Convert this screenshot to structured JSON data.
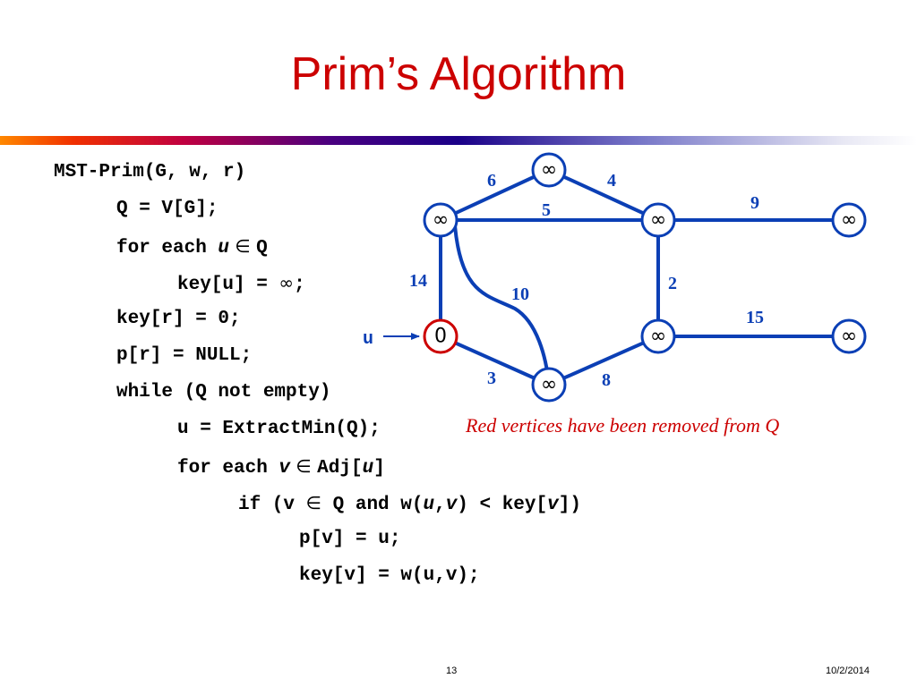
{
  "slide": {
    "title": "Prim’s Algorithm",
    "page_number": "13",
    "date": "10/2/2014"
  },
  "code": {
    "line1": "MST-Prim(G, w, r)",
    "line2": "Q = V[G];",
    "line3_a": "for each ",
    "line3_var": "u",
    "line3_sym": " ∈ ",
    "line3_b": "Q",
    "line4_a": "key[u] = ",
    "line4_sym": "∞",
    "line4_b": ";",
    "line5": "key[r] = 0;",
    "line6": "p[r] = NULL;",
    "line7": "while (Q not empty)",
    "line8": "u = ExtractMin(Q);",
    "line9_a": "for each ",
    "line9_var": "v",
    "line9_sym": " ∈ ",
    "line9_b": "Adj[",
    "line9_var2": "u",
    "line9_c": "]",
    "line10_a": "if (v ",
    "line10_sym": "∈",
    "line10_b": " Q and w(",
    "line10_var1": "u",
    "line10_c": ",",
    "line10_var2": "v",
    "line10_d": ") < key[",
    "line10_var3": "v",
    "line10_e": "])",
    "line11": "p[v] = u;",
    "line12": "key[v] = w(u,v);"
  },
  "graph": {
    "nodes": [
      {
        "id": "top",
        "key": "∞",
        "removed": false
      },
      {
        "id": "left-upper",
        "key": "∞",
        "removed": false
      },
      {
        "id": "center-upper",
        "key": "∞",
        "removed": false
      },
      {
        "id": "right-upper",
        "key": "∞",
        "removed": false
      },
      {
        "id": "root",
        "key": "0",
        "removed": true
      },
      {
        "id": "center-lower",
        "key": "∞",
        "removed": false
      },
      {
        "id": "right-lower",
        "key": "∞",
        "removed": false
      },
      {
        "id": "bottom",
        "key": "∞",
        "removed": false
      }
    ],
    "edges": [
      {
        "from": "left-upper",
        "to": "top",
        "weight": "6"
      },
      {
        "from": "top",
        "to": "center-upper",
        "weight": "4"
      },
      {
        "from": "left-upper",
        "to": "center-upper",
        "weight": "5"
      },
      {
        "from": "center-upper",
        "to": "right-upper",
        "weight": "9"
      },
      {
        "from": "left-upper",
        "to": "root",
        "weight": "14"
      },
      {
        "from": "left-upper",
        "to": "bottom",
        "weight": "10"
      },
      {
        "from": "center-upper",
        "to": "center-lower",
        "weight": "2"
      },
      {
        "from": "center-lower",
        "to": "right-lower",
        "weight": "15"
      },
      {
        "from": "root",
        "to": "bottom",
        "weight": "3"
      },
      {
        "from": "bottom",
        "to": "center-lower",
        "weight": "8"
      }
    ],
    "pointer_label": "u",
    "colors": {
      "edge": "#0b3fb5",
      "removed_vertex": "#cc0000"
    }
  },
  "note": "Red vertices have been removed from Q"
}
